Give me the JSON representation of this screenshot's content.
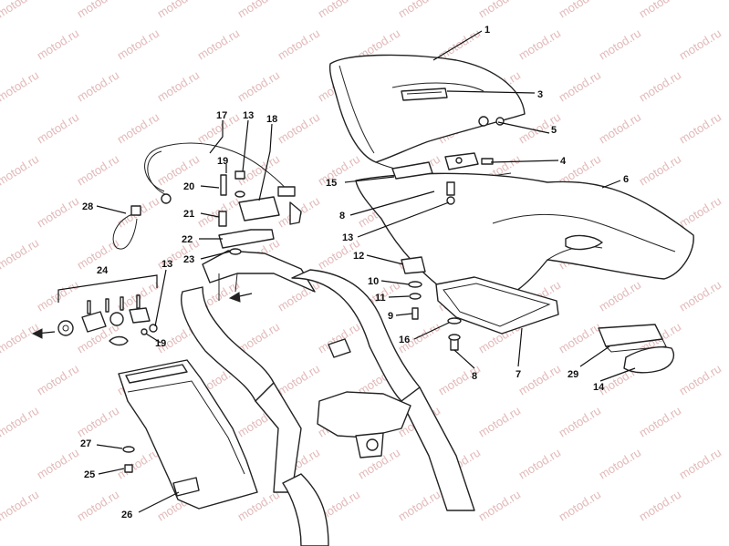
{
  "watermark": {
    "text": "motod.ru",
    "color": "#e3b9b9"
  },
  "callouts": [
    {
      "id": "1",
      "text": "1"
    },
    {
      "id": "3",
      "text": "3"
    },
    {
      "id": "5",
      "text": "5"
    },
    {
      "id": "4",
      "text": "4"
    },
    {
      "id": "6",
      "text": "6"
    },
    {
      "id": "15",
      "text": "15"
    },
    {
      "id": "8a",
      "text": "8"
    },
    {
      "id": "13a",
      "text": "13"
    },
    {
      "id": "12",
      "text": "12"
    },
    {
      "id": "10",
      "text": "10"
    },
    {
      "id": "11",
      "text": "11"
    },
    {
      "id": "9",
      "text": "9"
    },
    {
      "id": "16",
      "text": "16"
    },
    {
      "id": "8b",
      "text": "8"
    },
    {
      "id": "7",
      "text": "7"
    },
    {
      "id": "29",
      "text": "29"
    },
    {
      "id": "14",
      "text": "14"
    },
    {
      "id": "17",
      "text": "17"
    },
    {
      "id": "13b",
      "text": "13"
    },
    {
      "id": "18",
      "text": "18"
    },
    {
      "id": "19a",
      "text": "19"
    },
    {
      "id": "20",
      "text": "20"
    },
    {
      "id": "21",
      "text": "21"
    },
    {
      "id": "22",
      "text": "22"
    },
    {
      "id": "23",
      "text": "23"
    },
    {
      "id": "28",
      "text": "28"
    },
    {
      "id": "24",
      "text": "24"
    },
    {
      "id": "13c",
      "text": "13"
    },
    {
      "id": "19b",
      "text": "19"
    },
    {
      "id": "27",
      "text": "27"
    },
    {
      "id": "25",
      "text": "25"
    },
    {
      "id": "26",
      "text": "26"
    }
  ]
}
